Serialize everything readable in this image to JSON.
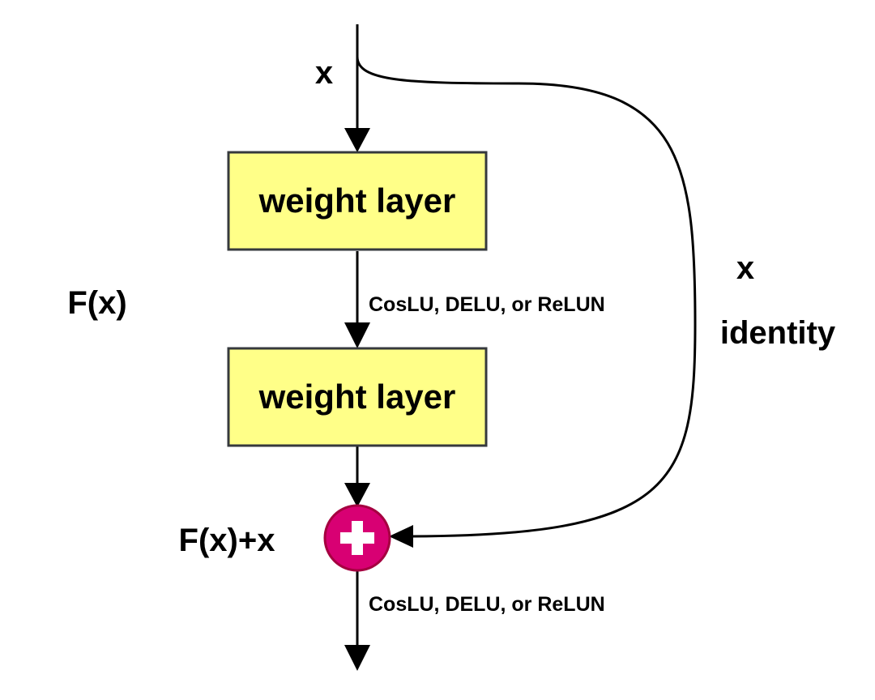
{
  "colors": {
    "box_fill": "#ffff88",
    "box_stroke": "#36393d",
    "adder_fill": "#d80073",
    "adder_stroke": "#a50040",
    "adder_symbol": "#ffffff",
    "line": "#000000"
  },
  "labels": {
    "input": "x",
    "residual": "F(x)",
    "sum": "F(x)+x",
    "shortcut_x": "x",
    "shortcut_identity": "identity"
  },
  "blocks": [
    {
      "label": "weight layer"
    },
    {
      "label": "weight layer"
    }
  ],
  "activations": [
    {
      "label": "CosLU, DELU, or ReLUN"
    },
    {
      "label": "CosLU, DELU, or ReLUN"
    }
  ],
  "adder": {
    "icon": "plus-icon"
  }
}
